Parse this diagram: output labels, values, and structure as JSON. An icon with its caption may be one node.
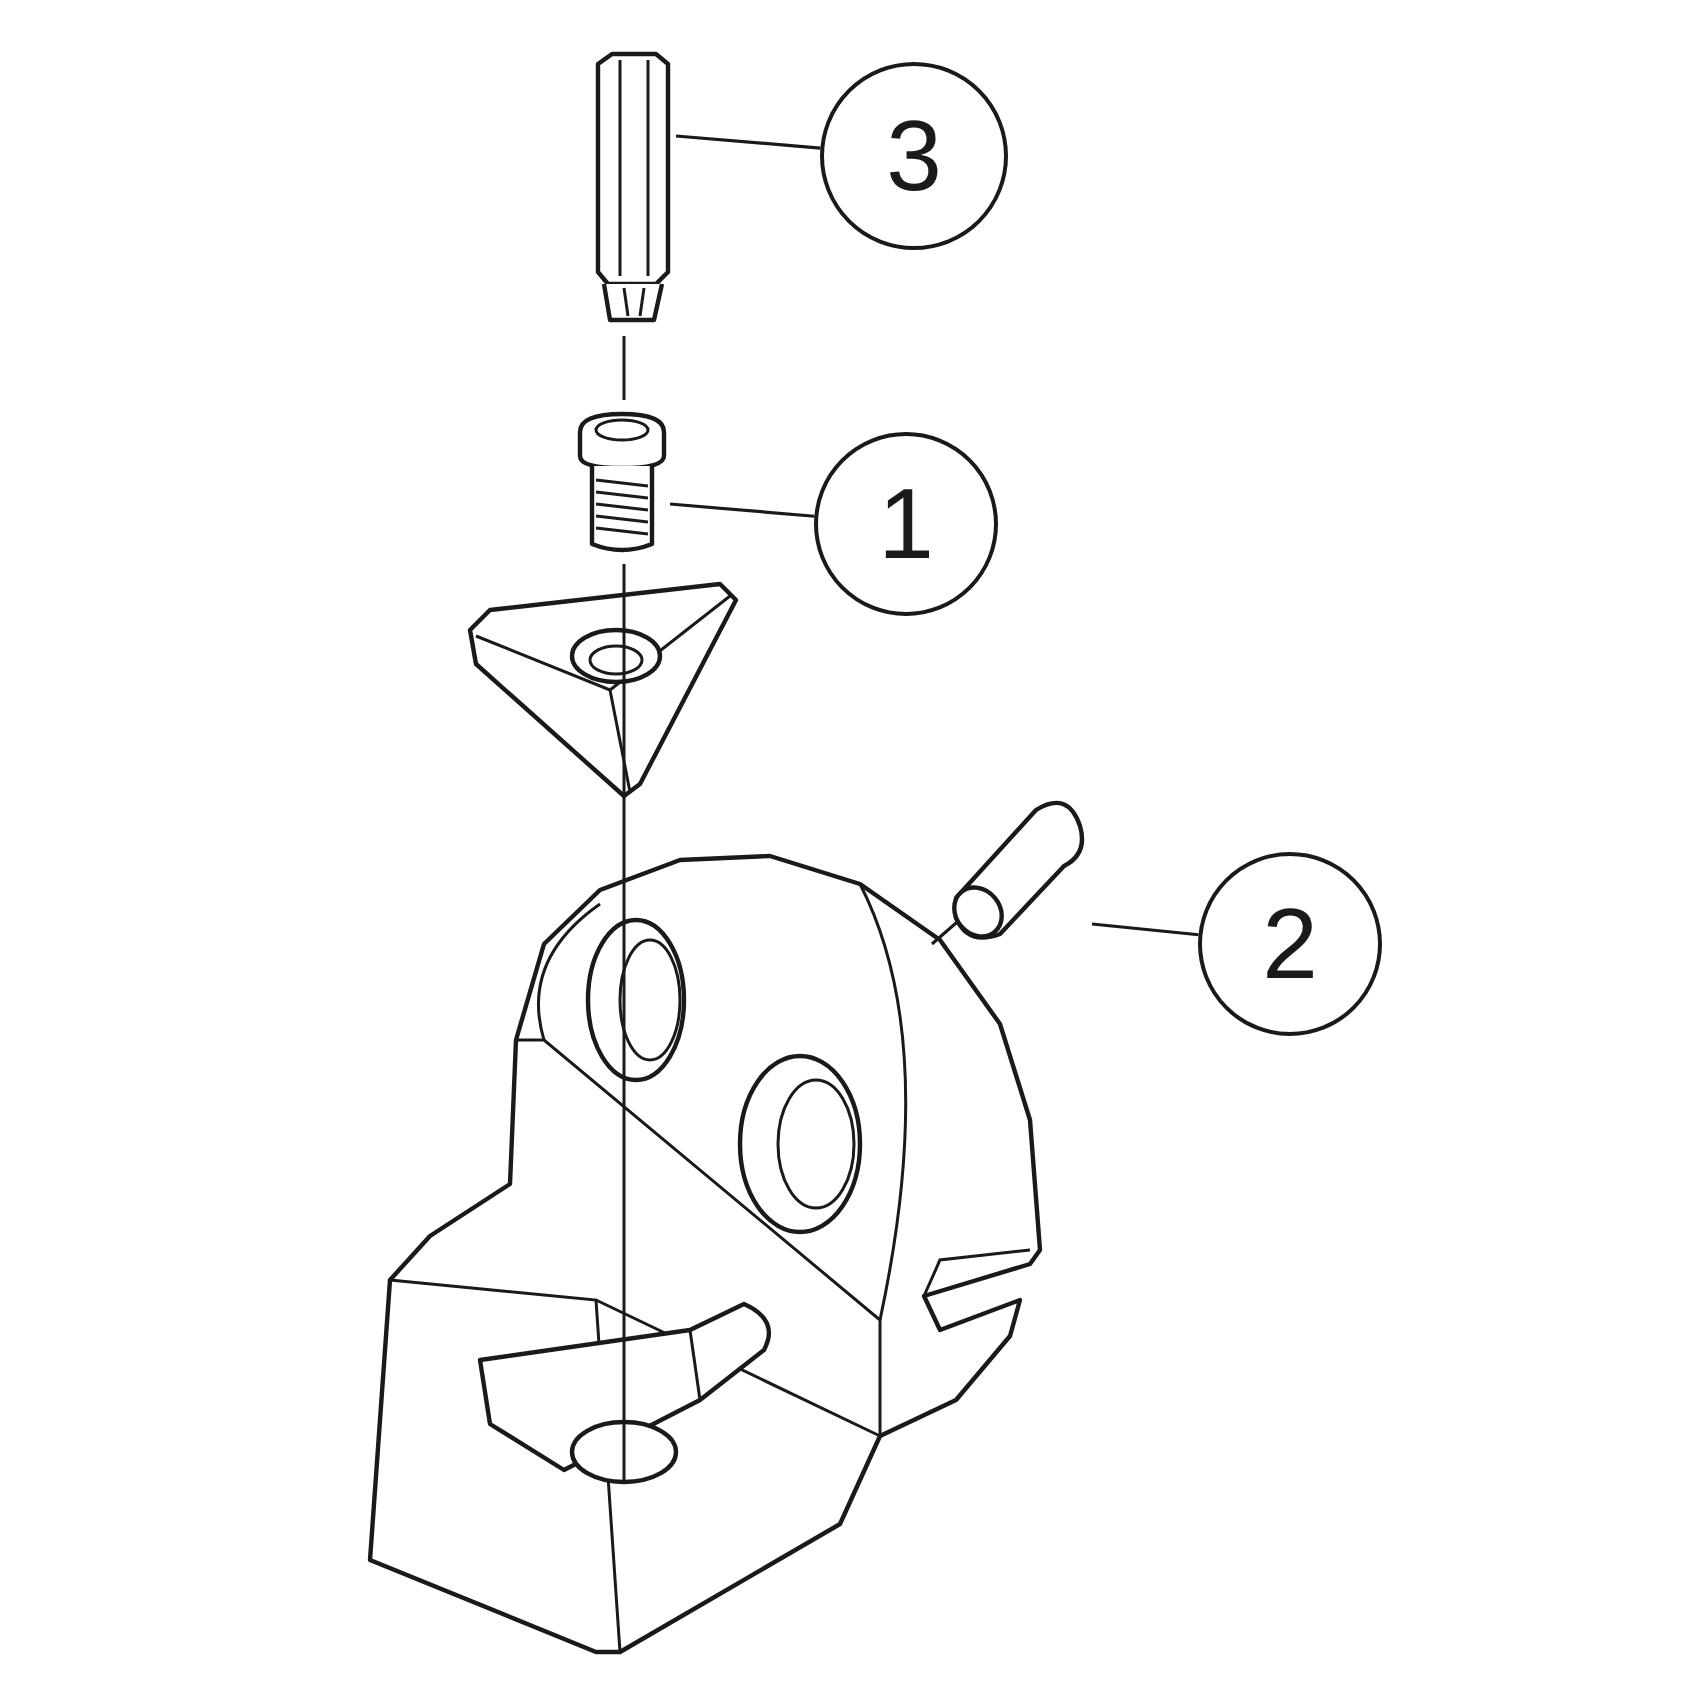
{
  "diagram": {
    "nodes": [
      {
        "text": [
          "3"
        ]
      },
      {
        "text": [],
        "shape": "picture"
      },
      {
        "text": [
          "1"
        ]
      },
      {
        "text": [],
        "shape": "picture"
      },
      {
        "text": [
          "2"
        ]
      },
      {
        "text": [],
        "shape": "picture"
      }
    ],
    "edges": [
      {
        "from": 0,
        "to": 1,
        "arrow": "none"
      },
      {
        "from": 2,
        "to": 3,
        "arrow": "none"
      },
      {
        "from": 4,
        "to": 5,
        "arrow": "none"
      }
    ]
  }
}
